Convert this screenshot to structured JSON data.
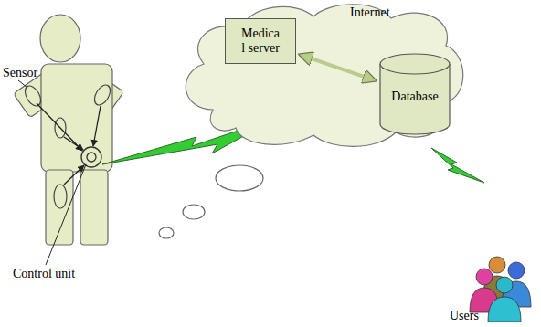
{
  "diagram": {
    "nodes": [
      {
        "text": [
          "Internet"
        ]
      },
      {
        "text": [
          "Medica l server"
        ],
        "in": 0
      },
      {
        "text": [
          "Database"
        ],
        "in": 0
      }
    ],
    "edges": [
      {
        "from": 1,
        "to": 2,
        "arrow": "both"
      }
    ],
    "labels": [
      "Sensor",
      "Control unit",
      "Users"
    ]
  }
}
